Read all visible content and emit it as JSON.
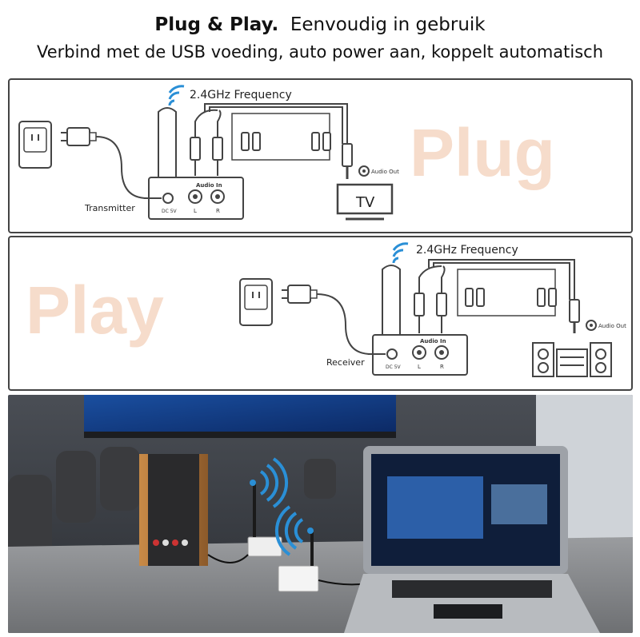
{
  "header": {
    "title_bold": "Plug & Play.",
    "title_rest": "Eenvoudig in gebruik",
    "subtitle": "Verbind met de USB voeding, auto power aan, koppelt automatisch"
  },
  "plug_panel": {
    "watermark": "Plug",
    "frequency": "2.4GHz Frequency",
    "audio_in": "Audio In",
    "dc": "DC 5V",
    "left": "L",
    "right": "R",
    "device_label": "Transmitter",
    "audio_out": "Audio Out",
    "tv": "TV"
  },
  "play_panel": {
    "watermark": "Play",
    "frequency": "2.4GHz Frequency",
    "audio_in": "Audio In",
    "dc": "DC 5V",
    "left": "L",
    "right": "R",
    "device_label": "Receiver",
    "audio_out": "Audio Out"
  },
  "colors": {
    "accent_blue": "#2a8fd6",
    "watermark": "#f6dccb",
    "line": "#444444"
  }
}
